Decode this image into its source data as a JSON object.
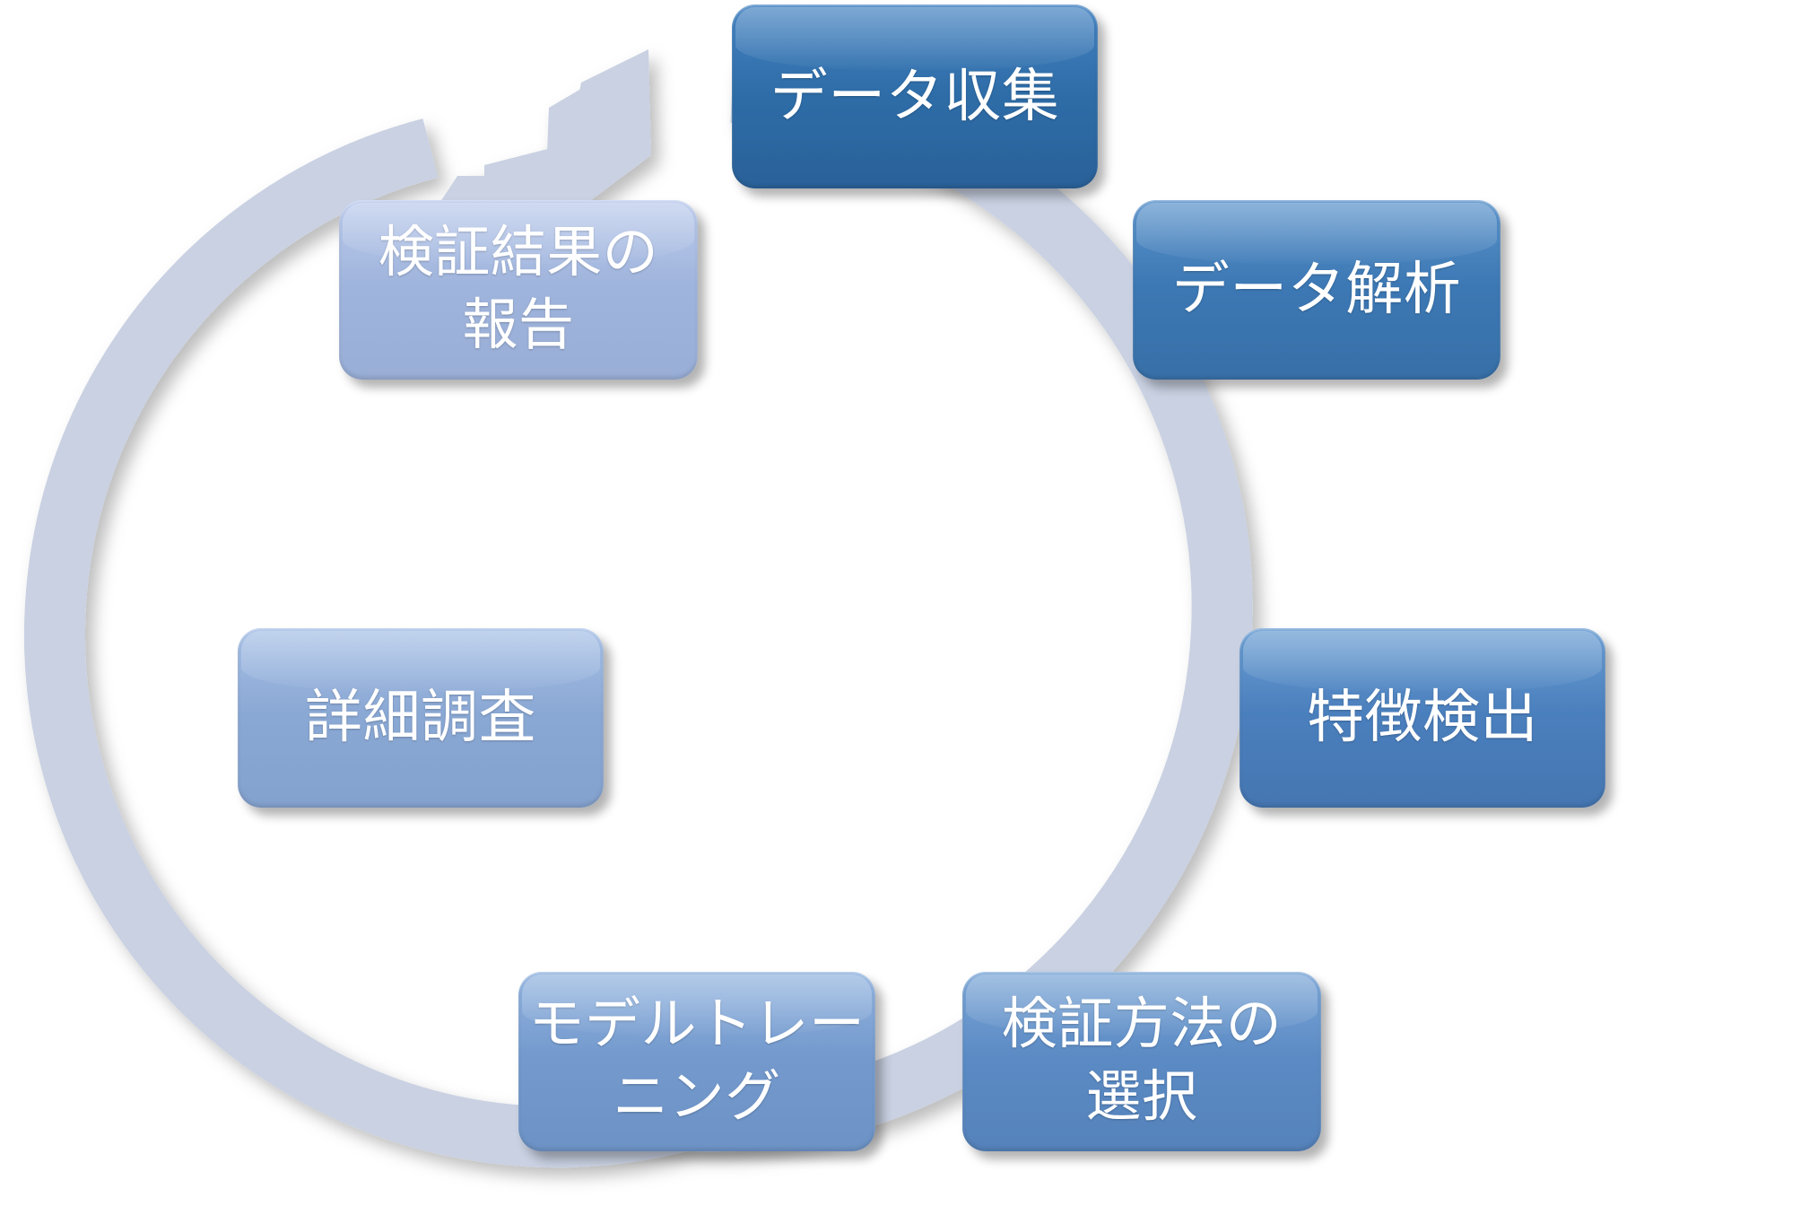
{
  "diagram": {
    "type": "cycle",
    "title": "",
    "background_color": "#FFFFFF",
    "ring_color": "#C9D1E2",
    "arrow_color": "#C9D1E2",
    "step_count": 7,
    "direction": "clockwise",
    "nodes": [
      {
        "id": "data-collection",
        "label": "データ収集",
        "position": "top",
        "fill": "#2E6DA8",
        "fill_light": "#3E80BF",
        "text_color": "#FFFFFF",
        "order": 1
      },
      {
        "id": "data-analysis",
        "label": "データ解析",
        "position": "top-right",
        "fill": "#3C78B4",
        "fill_light": "#5590CB",
        "text_color": "#FFFFFF",
        "order": 2
      },
      {
        "id": "feature-detection",
        "label": "特徴検出",
        "position": "right",
        "fill": "#4A7FBD",
        "fill_light": "#6397CF",
        "text_color": "#FFFFFF",
        "order": 3
      },
      {
        "id": "validation-method-selection",
        "label": "検証方法の\n選択",
        "position": "bottom-right",
        "fill": "#5B8AC4",
        "fill_light": "#76A1D5",
        "text_color": "#FFFFFF",
        "order": 4
      },
      {
        "id": "model-training",
        "label": "モデルトレー\nニング",
        "position": "bottom-left",
        "fill": "#7399CD",
        "fill_light": "#8FB0DC",
        "text_color": "#FFFFFF",
        "order": 5
      },
      {
        "id": "detailed-investigation",
        "label": "詳細調査",
        "position": "left",
        "fill": "#8AA8D4",
        "fill_light": "#A3BCE2",
        "text_color": "#FFFFFF",
        "order": 6
      },
      {
        "id": "validation-result-report",
        "label": "検証結果の\n報告",
        "position": "top-left",
        "fill": "#9FB4DC",
        "fill_light": "#B8C8E8",
        "text_color": "#FFFFFF",
        "order": 7
      }
    ]
  }
}
